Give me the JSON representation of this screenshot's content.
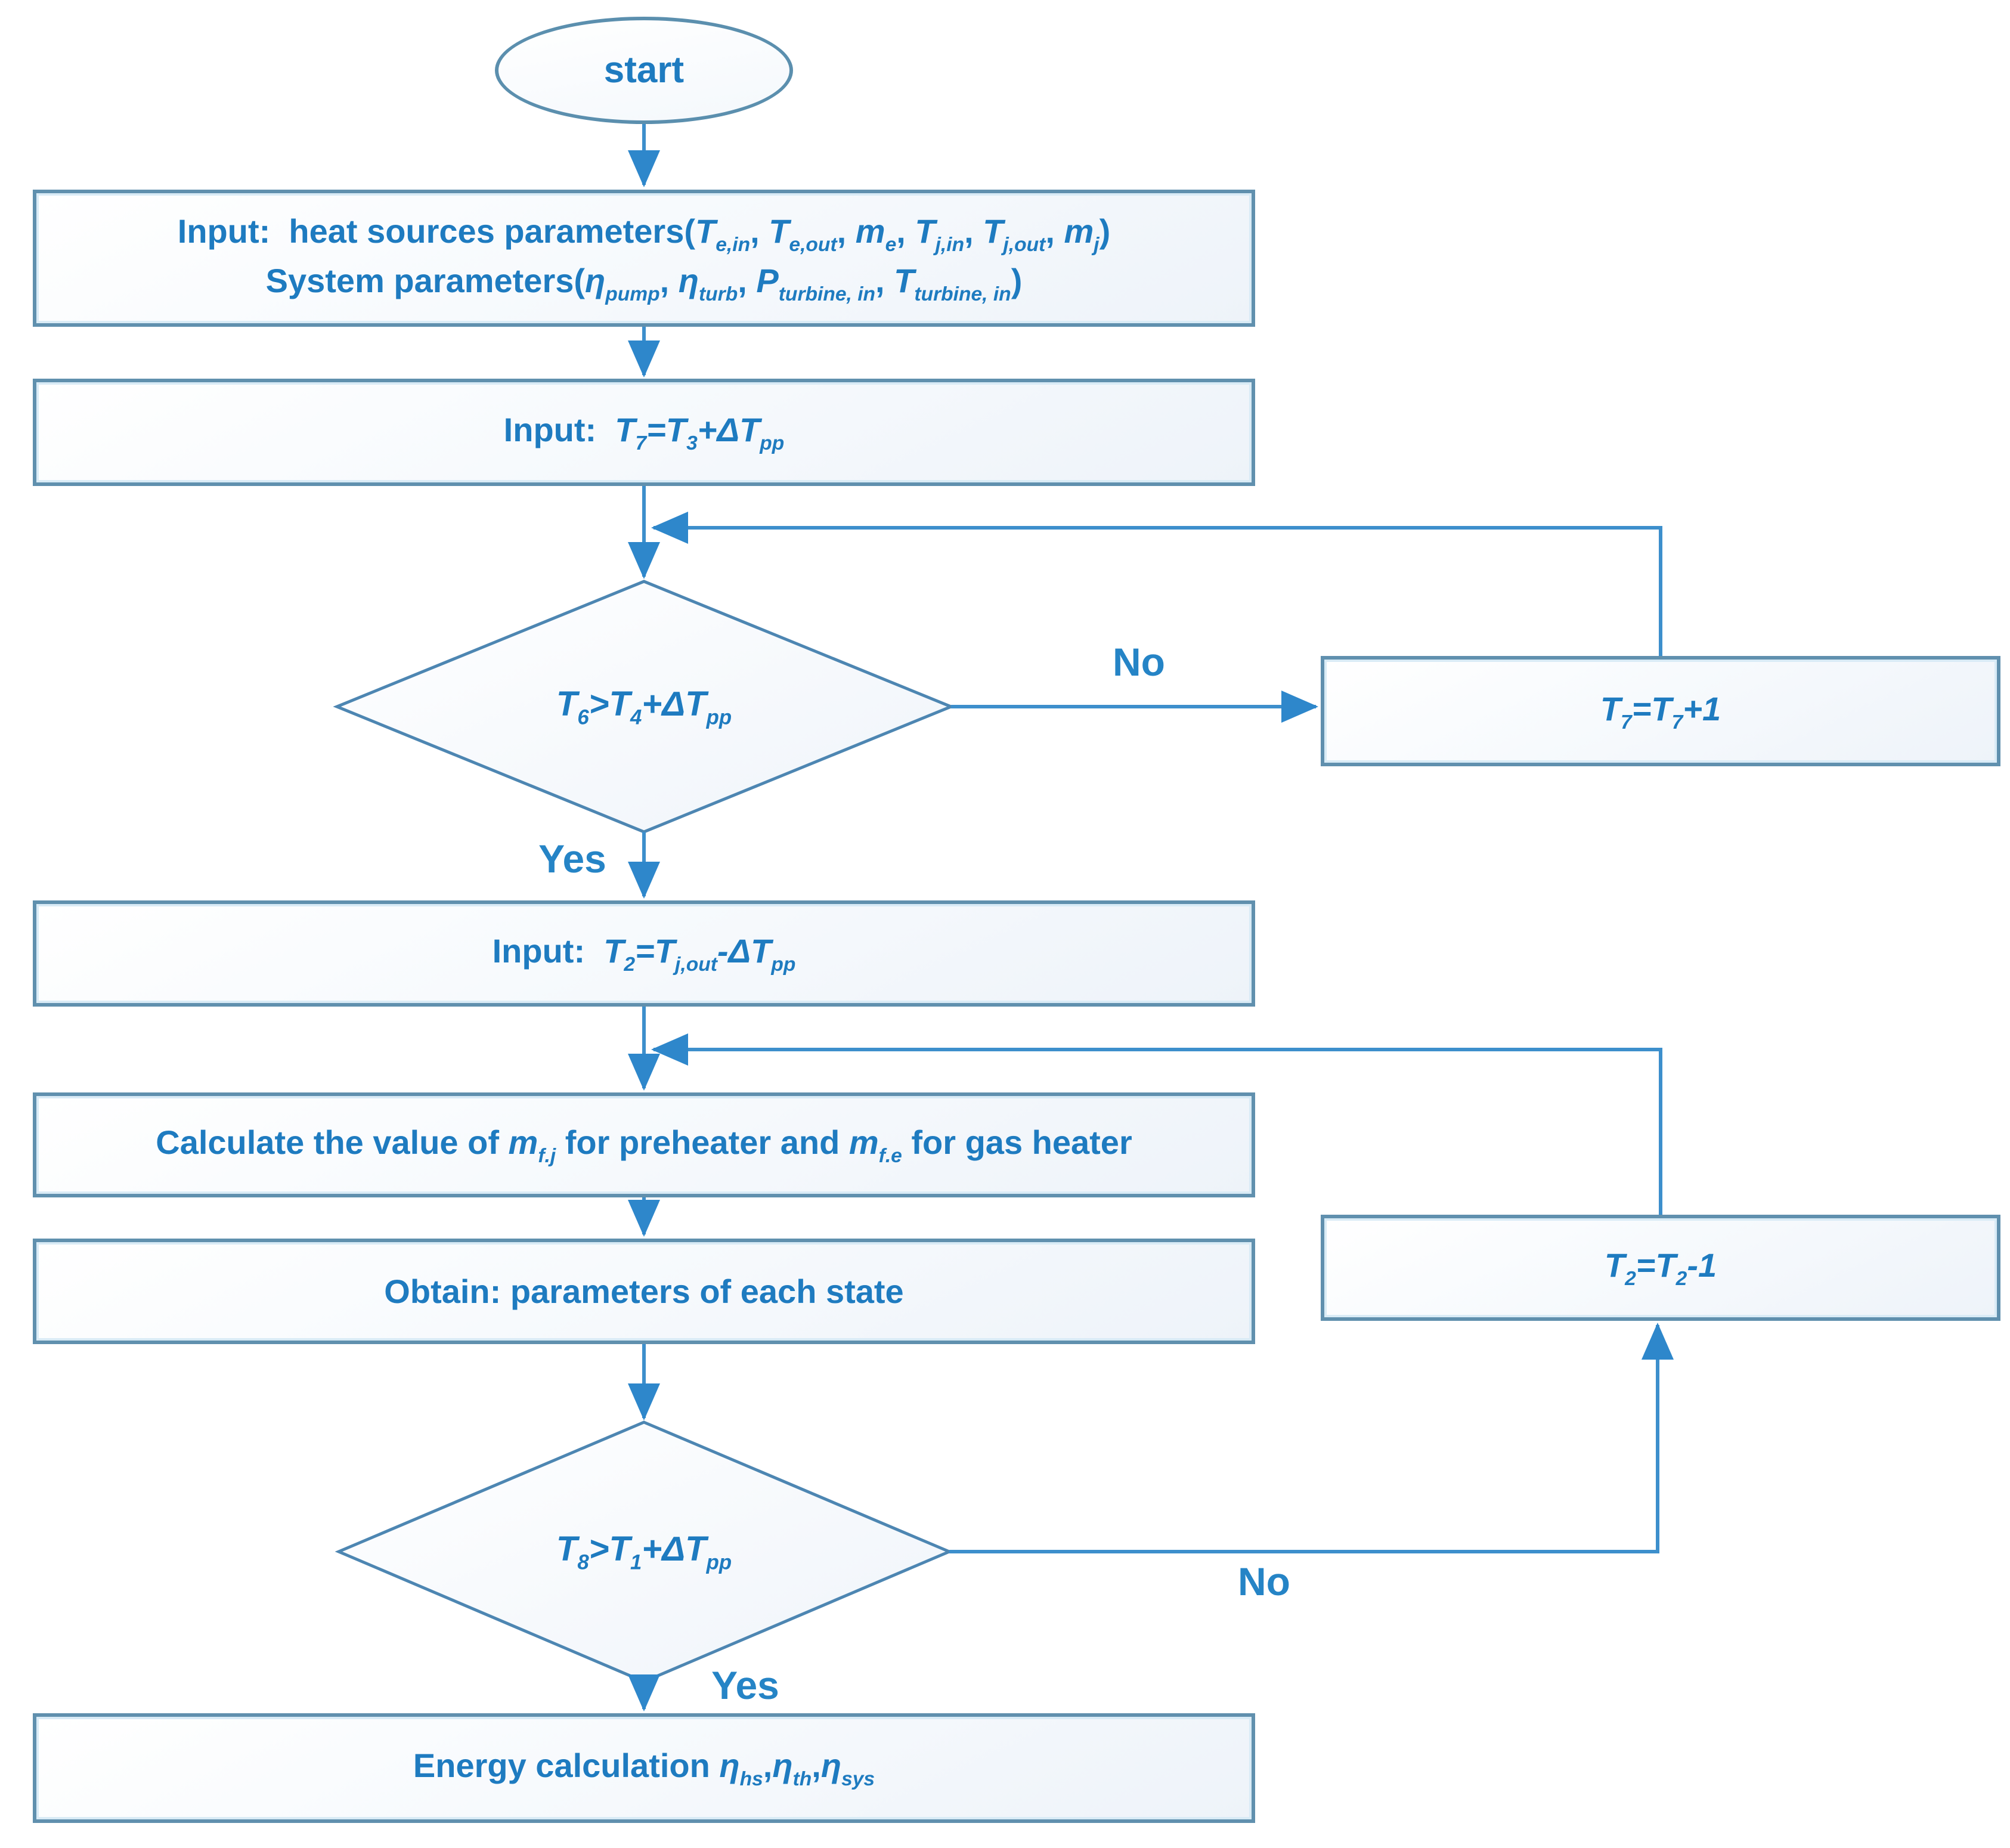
{
  "title": "Iterative calculation flowchart",
  "colors": {
    "connector_line": "#3d8fcc",
    "arrowhead": "#2e87cb",
    "diamond_stroke": "#4d86b2",
    "box_border": "#6090ae",
    "box_inner_highlight": "#d9ebf6",
    "box_fill": "#f2f6fb",
    "text": "#1e7bc0",
    "edge_label_text": "#2584c6"
  },
  "nodes": {
    "start": {
      "label": "start"
    },
    "input_params": {
      "line1": [
        {
          "t": "Input:  heat sources parameters("
        },
        {
          "v": "T"
        },
        {
          "s": "e,in"
        },
        {
          "t": ", "
        },
        {
          "v": "T"
        },
        {
          "s": "e,out"
        },
        {
          "t": ", "
        },
        {
          "v": "m"
        },
        {
          "s": "e"
        },
        {
          "t": ", "
        },
        {
          "v": "T"
        },
        {
          "s": "j,in"
        },
        {
          "t": ", "
        },
        {
          "v": "T"
        },
        {
          "s": "j,out"
        },
        {
          "t": ", "
        },
        {
          "v": "m"
        },
        {
          "s": "j"
        },
        {
          "t": ")"
        }
      ],
      "line2": [
        {
          "t": "System parameters("
        },
        {
          "v": "η"
        },
        {
          "s": "pump"
        },
        {
          "t": ", "
        },
        {
          "v": "η"
        },
        {
          "s": "turb"
        },
        {
          "t": ", "
        },
        {
          "v": "P"
        },
        {
          "s": "turbine, in"
        },
        {
          "t": ", "
        },
        {
          "v": "T"
        },
        {
          "s": "turbine, in"
        },
        {
          "t": ")"
        }
      ]
    },
    "input_t7": {
      "segments": [
        {
          "t": "Input:  "
        },
        {
          "v": "T"
        },
        {
          "s": "7"
        },
        {
          "v": "=T"
        },
        {
          "s": "3"
        },
        {
          "v": "+ΔT"
        },
        {
          "s": "pp"
        }
      ]
    },
    "decision_t6": {
      "segments": [
        {
          "v": "T"
        },
        {
          "s": "6"
        },
        {
          "v": ">T"
        },
        {
          "s": "4"
        },
        {
          "v": "+ΔT"
        },
        {
          "s": "pp"
        }
      ]
    },
    "t7_increment": {
      "segments": [
        {
          "v": "T"
        },
        {
          "s": "7"
        },
        {
          "v": "=T"
        },
        {
          "s": "7"
        },
        {
          "v": "+1"
        }
      ]
    },
    "input_t2": {
      "segments": [
        {
          "t": "Input:  "
        },
        {
          "v": "T"
        },
        {
          "s": "2"
        },
        {
          "v": "=T"
        },
        {
          "s": "j,out"
        },
        {
          "v": "-ΔT"
        },
        {
          "s": "pp"
        }
      ]
    },
    "calc_mf": {
      "segments": [
        {
          "t": "Calculate the value of "
        },
        {
          "v": "m"
        },
        {
          "s": "f.j"
        },
        {
          "t": " for preheater and "
        },
        {
          "v": "m"
        },
        {
          "s": "f.e"
        },
        {
          "t": " for gas heater"
        }
      ]
    },
    "obtain_params": {
      "segments": [
        {
          "t": "Obtain: parameters of each state"
        }
      ]
    },
    "t2_decrement": {
      "segments": [
        {
          "v": "T"
        },
        {
          "s": "2"
        },
        {
          "v": "=T"
        },
        {
          "s": "2"
        },
        {
          "v": "-1"
        }
      ]
    },
    "decision_t8": {
      "segments": [
        {
          "v": "T"
        },
        {
          "s": "8"
        },
        {
          "v": ">T"
        },
        {
          "s": "1"
        },
        {
          "v": "+ΔT"
        },
        {
          "s": "pp"
        }
      ]
    },
    "energy_calc": {
      "segments": [
        {
          "t": "Energy calculation "
        },
        {
          "v": "η"
        },
        {
          "s": "hs"
        },
        {
          "t": ","
        },
        {
          "v": "η"
        },
        {
          "s": "th"
        },
        {
          "t": ","
        },
        {
          "v": "η"
        },
        {
          "s": "sys"
        }
      ]
    }
  },
  "edge_labels": {
    "no1": "No",
    "yes1": "Yes",
    "no2": "No",
    "yes2": "Yes"
  }
}
